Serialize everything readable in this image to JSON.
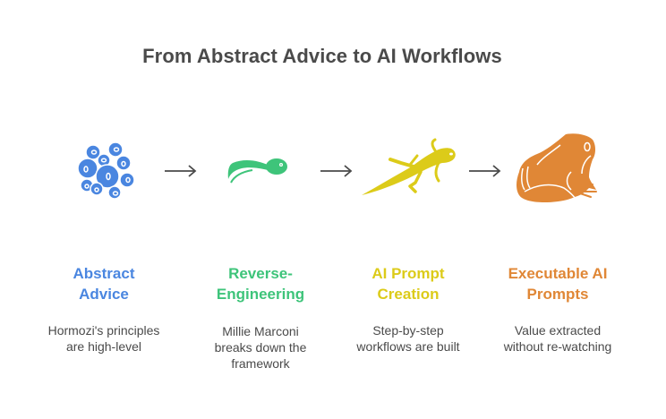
{
  "title": "From Abstract Advice to AI Workflows",
  "colors": {
    "title": "#4a4a4a",
    "text": "#4a4a4a",
    "arrow": "#4a4a4a",
    "stage_1": "#4a86e0",
    "stage_2": "#3ec47a",
    "stage_3": "#dccb19",
    "stage_4": "#e08736"
  },
  "stages": [
    {
      "icon": "cell-cluster-icon",
      "title_lines": [
        "Abstract",
        "Advice"
      ],
      "desc_lines": [
        "Hormozi's principles",
        "are high-level"
      ]
    },
    {
      "icon": "tadpole-icon",
      "title_lines": [
        "Reverse-",
        "Engineering"
      ],
      "desc_lines": [
        "Millie Marconi",
        "breaks down the",
        "framework"
      ]
    },
    {
      "icon": "froglet-icon",
      "title_lines": [
        "AI Prompt",
        "Creation"
      ],
      "desc_lines": [
        "Step-by-step",
        "workflows are built"
      ]
    },
    {
      "icon": "frog-icon",
      "title_lines": [
        "Executable AI",
        "Prompts"
      ],
      "desc_lines": [
        "Value extracted",
        "without re-watching"
      ]
    }
  ],
  "arrows": [
    "right-arrow-icon",
    "right-arrow-icon",
    "right-arrow-icon"
  ]
}
